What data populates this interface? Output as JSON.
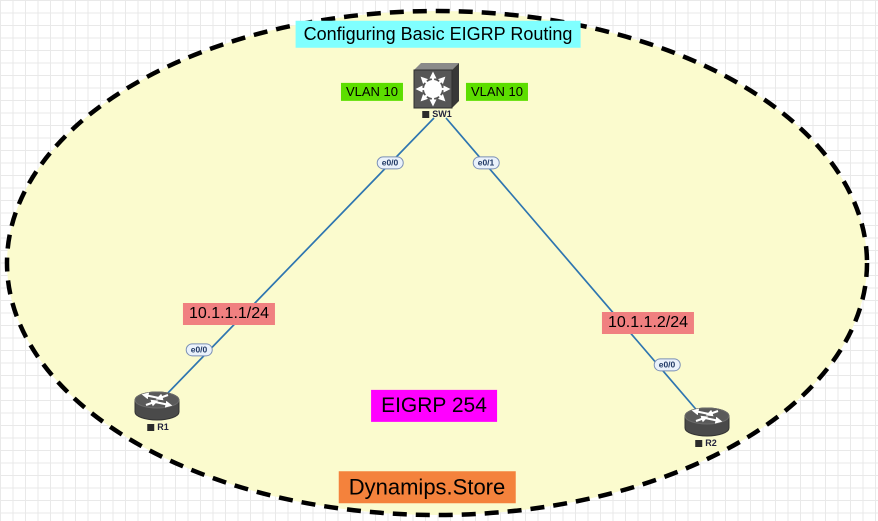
{
  "canvas": {
    "width": "878",
    "height": "521"
  },
  "notes": {
    "title": "Configuring Basic EIGRP Routing",
    "vlan_left": "VLAN 10",
    "vlan_right": "VLAN 10",
    "ip_r1": "10.1.1.1/24",
    "ip_r2": "10.1.1.2/24",
    "eigrp": "EIGRP 254",
    "brand": "Dynamips.Store"
  },
  "devices": {
    "sw1": {
      "name": "SW1",
      "type": "ethernet-switch"
    },
    "r1": {
      "name": "R1",
      "type": "router"
    },
    "r2": {
      "name": "R2",
      "type": "router"
    }
  },
  "interfaces": {
    "sw1_r1": "e0/0",
    "sw1_r2": "e0/1",
    "r1_up": "e0/0",
    "r2_up": "e0/0"
  },
  "colors": {
    "ellipse_fill": "#FBFBCE",
    "ellipse_border": "#000000",
    "grid_line": "#E9E9E9",
    "link": "#2E75B0",
    "title_bg": "#80FFFF",
    "vlan_bg": "#5CDE00",
    "ip_bg": "#F08080",
    "eigrp_bg": "#FF00FF",
    "brand_bg": "#F4823C",
    "iface_badge_bg": "#EAF2FB",
    "device_body": "#565656"
  }
}
